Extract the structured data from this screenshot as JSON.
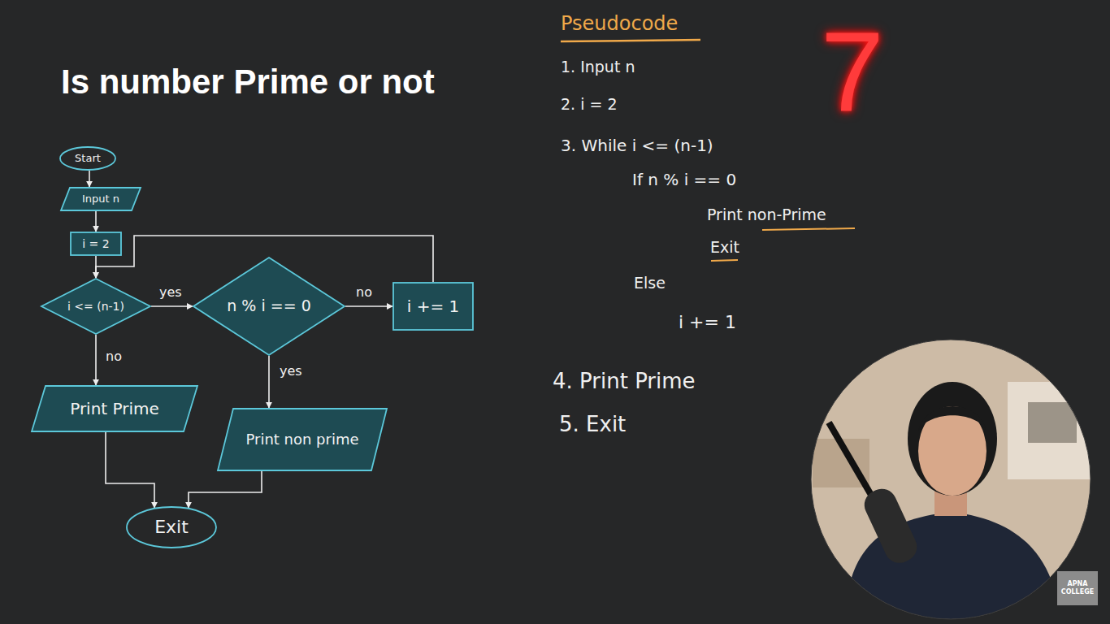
{
  "diagram": {
    "title": "Is number Prime or not",
    "nodes": [
      {
        "text": [
          "Start"
        ]
      },
      {
        "text": [
          "Input n"
        ]
      },
      {
        "text": [
          "i = 2"
        ]
      },
      {
        "text": [
          "i <= (n-1)"
        ]
      },
      {
        "text": [
          "n % i == 0"
        ]
      },
      {
        "text": [
          "i += 1"
        ]
      },
      {
        "text": [
          "Print Prime"
        ]
      },
      {
        "text": [
          "Print non prime"
        ]
      },
      {
        "text": [
          "Exit"
        ]
      }
    ],
    "edges": [
      {
        "from": 0,
        "to": 1,
        "arrow": "to"
      },
      {
        "from": 1,
        "to": 2,
        "arrow": "to"
      },
      {
        "from": 2,
        "to": 3,
        "arrow": "to"
      },
      {
        "from": 3,
        "to": 4,
        "label": "yes",
        "arrow": "to"
      },
      {
        "from": 4,
        "to": 5,
        "label": "no",
        "arrow": "to"
      },
      {
        "from": 5,
        "to": 3,
        "arrow": "to"
      },
      {
        "from": 3,
        "to": 6,
        "label": "no",
        "arrow": "to"
      },
      {
        "from": 4,
        "to": 7,
        "label": "yes",
        "arrow": "to"
      },
      {
        "from": 6,
        "to": 8,
        "arrow": "to"
      },
      {
        "from": 7,
        "to": 8,
        "arrow": "to"
      }
    ],
    "labels": [
      "Pseudocode",
      "1. Input n",
      "2. i = 2",
      "3. While i <= (n-1)",
      "If n % i == 0",
      "Print non-Prime",
      "Exit",
      "Else",
      "i += 1",
      "4. Print Prime",
      "5. Exit",
      "7",
      "APNA COLLEGE"
    ]
  }
}
